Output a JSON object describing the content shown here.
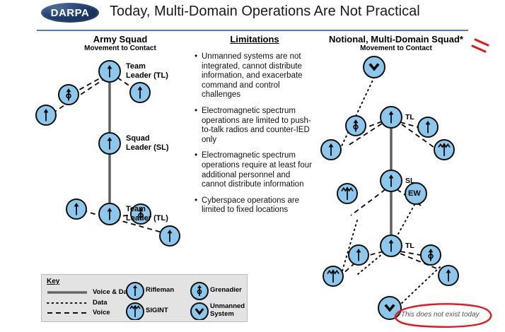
{
  "header": {
    "logo_text": "DARPA",
    "logo_name": "darpa-logo",
    "title": "Today, Multi-Domain Operations Are Not Practical"
  },
  "columns": {
    "army": {
      "title": "Army Squad",
      "subtitle": "Movement to Contact"
    },
    "limitations": {
      "title": "Limitations"
    },
    "notional": {
      "title": "Notional, Multi-Domain Squad*",
      "subtitle": "Movement to Contact"
    }
  },
  "limitations": [
    "Unmanned systems are not integrated, cannot distribute information, and exacerbate command and control challenges",
    "Electromagnetic spectrum operations are limited to push-to-talk radios and counter-IED only",
    "Electromagnetic spectrum operations require at least four additional personnel and cannot distribute information",
    "Cyberspace operations are limited to fixed locations"
  ],
  "army_labels": {
    "team_leader_top_l1": "Team",
    "team_leader_top_l2": "Leader (TL)",
    "squad_leader_l1": "Squad",
    "squad_leader_l2": "Leader (SL)",
    "team_leader_bottom_l1": "Team",
    "team_leader_bottom_l2": "Leader (TL)"
  },
  "notional_labels": {
    "tl_top": "TL",
    "sl": "SL",
    "tl_bottom": "TL",
    "ew_node": "EW"
  },
  "key": {
    "title": "Key",
    "lines": [
      {
        "label": "Voice & Data",
        "style": "solid",
        "icon": "solid-line-icon"
      },
      {
        "label": "Data",
        "style": "dotted",
        "icon": "dotted-line-icon"
      },
      {
        "label": "Voice",
        "style": "dashed",
        "icon": "dashed-line-icon"
      }
    ],
    "icons": [
      {
        "label": "Rifleman",
        "icon": "rifleman-icon"
      },
      {
        "label": "Grenadier",
        "icon": "grenadier-icon"
      },
      {
        "label": "SIGINT",
        "icon": "sigint-icon"
      },
      {
        "label": "Unmanned\nSystem",
        "icon": "unmanned-system-icon"
      }
    ]
  },
  "footnote": {
    "text": "*This does not exist today"
  },
  "colors": {
    "node_fill": "#8DC8EC",
    "node_stroke": "#1a1a1a",
    "rule": "#4f7fae",
    "annotation_red": "#e8151b",
    "key_bg": "#e3e3e3"
  }
}
